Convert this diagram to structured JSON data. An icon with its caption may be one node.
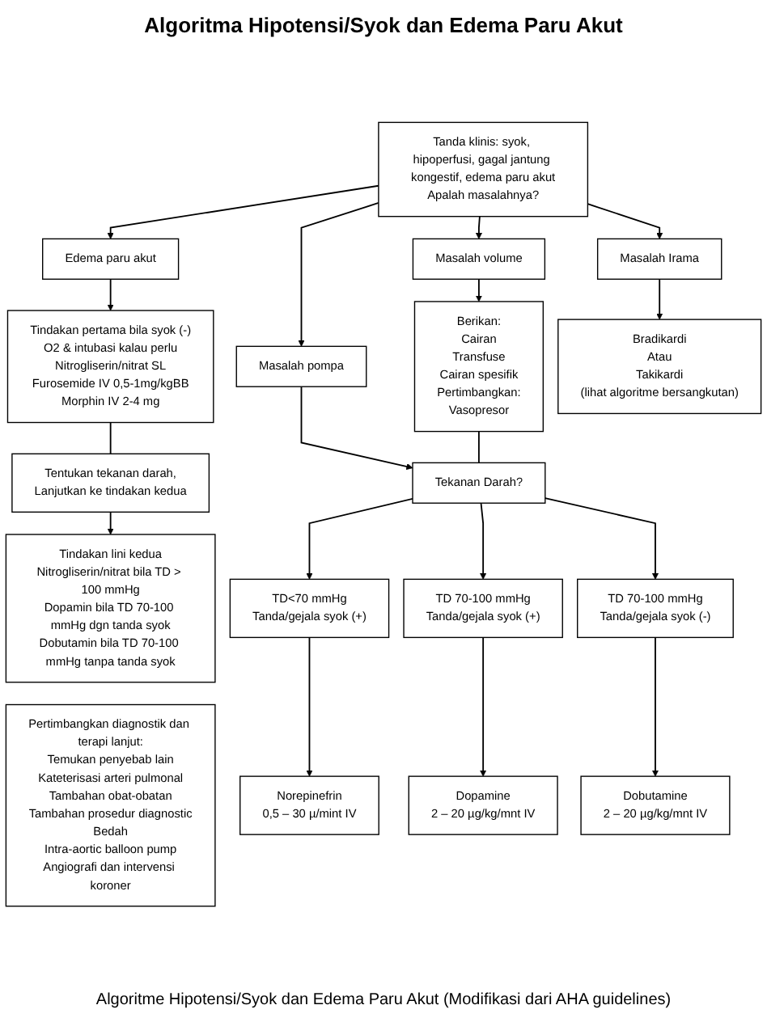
{
  "diagram": {
    "title": "Algoritma Hipotensi/Syok dan Edema Paru Akut",
    "caption": "Algoritme Hipotensi/Syok dan Edema Paru Akut (Modifikasi dari AHA guidelines)",
    "nodes": [
      {
        "text": [
          "Tanda klinis: syok, hipoperfusi, gagal jantung kongestif, edema paru akut",
          "Apalah masalahnya?"
        ]
      },
      {
        "text": [
          "Edema paru akut"
        ]
      },
      {
        "text": [
          "Masalah volume"
        ]
      },
      {
        "text": [
          "Masalah pompa"
        ]
      },
      {
        "text": [
          "Masalah Irama"
        ]
      },
      {
        "text": [
          "Tindakan pertama bila syok (-)",
          "O2 & intubasi kalau perlu",
          "Nitrogliserin/nitrat SL",
          "Furosemide IV 0,5-1mg/kgBB",
          "Morphin IV 2-4 mg"
        ]
      },
      {
        "text": [
          "Berikan:",
          "Cairan",
          "Transfuse",
          "Cairan spesifik",
          "Pertimbangkan:",
          "Vasopresor"
        ]
      },
      {
        "text": [
          "Bradikardi",
          "Atau",
          "Takikardi",
          "(lihat algoritme bersangkutan)"
        ]
      },
      {
        "text": [
          "Tekanan Darah?"
        ]
      },
      {
        "text": [
          "Tentukan tekanan darah,",
          "Lanjutkan ke tindakan kedua"
        ]
      },
      {
        "text": [
          "TD<70 mmHg",
          "Tanda/gejala syok (+)"
        ]
      },
      {
        "text": [
          "TD 70-100 mmHg",
          "Tanda/gejala syok (+)"
        ]
      },
      {
        "text": [
          "TD 70-100 mmHg",
          "Tanda/gejala syok (-)"
        ]
      },
      {
        "text": [
          "Norepinefrin",
          "0,5 – 30 µ/mint IV"
        ]
      },
      {
        "text": [
          "Dopamine",
          "2 – 20 µg/kg/mnt IV"
        ]
      },
      {
        "text": [
          "Dobutamine",
          "2 – 20 µg/kg/mnt IV"
        ]
      },
      {
        "text": [
          "Tindakan lini kedua",
          "Nitrogliserin/nitrat bila TD > 100 mmHg",
          "Dopamin bila TD 70-100 mmHg dgn tanda syok",
          "Dobutamin bila TD 70-100 mmHg tanpa tanda syok"
        ]
      },
      {
        "text": [
          "Pertimbangkan diagnostik dan terapi lanjut:",
          "Temukan penyebab lain",
          "Kateterisasi arteri pulmonal",
          "Tambahan obat-obatan",
          "Tambahan prosedur diagnostic",
          "Bedah",
          "Intra-aortic balloon pump",
          "Angiografi dan intervensi koroner"
        ]
      }
    ],
    "edges": [
      {
        "from": 0,
        "to": 1,
        "arrow": "to"
      },
      {
        "from": 0,
        "to": 2,
        "arrow": "to"
      },
      {
        "from": 0,
        "to": 3,
        "arrow": "to"
      },
      {
        "from": 0,
        "to": 4,
        "arrow": "to"
      },
      {
        "from": 1,
        "to": 5,
        "arrow": "to"
      },
      {
        "from": 2,
        "to": 6,
        "arrow": "to"
      },
      {
        "from": 4,
        "to": 7,
        "arrow": "to"
      },
      {
        "from": 3,
        "to": 8,
        "arrow": "to"
      },
      {
        "from": 6,
        "to": 8,
        "arrow": "none"
      },
      {
        "from": 5,
        "to": 9,
        "arrow": "none"
      },
      {
        "from": 8,
        "to": 10,
        "arrow": "to"
      },
      {
        "from": 8,
        "to": 11,
        "arrow": "to"
      },
      {
        "from": 8,
        "to": 12,
        "arrow": "to"
      },
      {
        "from": 10,
        "to": 13,
        "arrow": "to"
      },
      {
        "from": 11,
        "to": 14,
        "arrow": "to"
      },
      {
        "from": 12,
        "to": 15,
        "arrow": "to"
      },
      {
        "from": 9,
        "to": 16,
        "arrow": "to"
      }
    ]
  }
}
